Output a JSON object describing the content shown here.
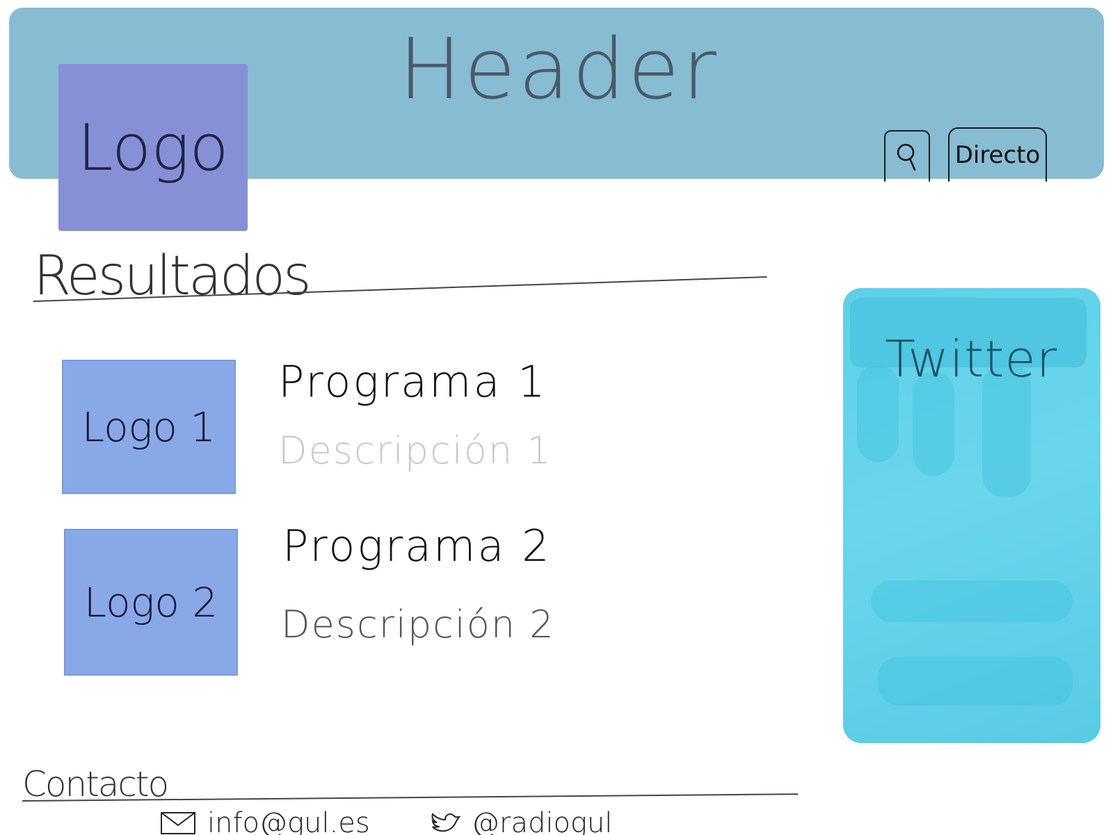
{
  "header": {
    "title": "Header",
    "search_icon": "search-icon",
    "live_label": "Directo"
  },
  "logo": {
    "label": "Logo"
  },
  "results": {
    "title": "Resultados",
    "programs": [
      {
        "logo_label": "Logo 1",
        "name": "Programa 1",
        "description": "Descripción 1"
      },
      {
        "logo_label": "Logo 2",
        "name": "Programa 2",
        "description": "Descripción 2"
      }
    ]
  },
  "twitter_widget": {
    "title": "Twitter"
  },
  "contact": {
    "title": "Contacto",
    "email": "info@gul.es",
    "email_icon": "mail-icon",
    "twitter_handle": "@radiogul",
    "twitter_icon": "twitter-bird-icon"
  },
  "colors": {
    "header_bg": "#87bcd2",
    "logo_bg": "#8690d6",
    "program_logo_bg": "#89a8e8",
    "twitter_bg": "#5fcfe8"
  }
}
